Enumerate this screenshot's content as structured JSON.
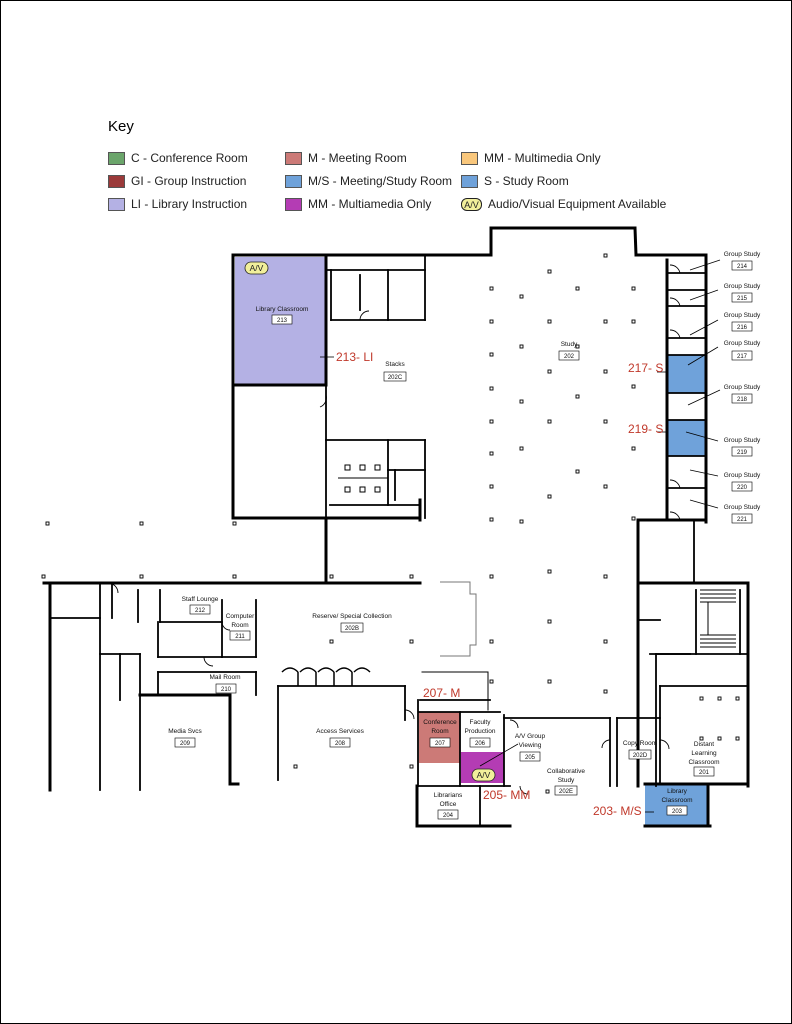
{
  "key": {
    "title": "Key",
    "items": [
      {
        "label": "C - Conference Room",
        "color": "#6ba56b"
      },
      {
        "label": "M - Meeting Room",
        "color": "#cc7a77"
      },
      {
        "label": "MM - Multimedia Only",
        "color": "#f9c77c"
      },
      {
        "label": "GI - Group Instruction",
        "color": "#9b3a3a"
      },
      {
        "label": "M/S - Meeting/Study Room",
        "color": "#6fa2da"
      },
      {
        "label": "S - Study Room",
        "color": "#6fa2da"
      },
      {
        "label": "LI - Library Instruction",
        "color": "#b4b1e4"
      },
      {
        "label": "MM - Multiamedia Only",
        "color": "#b43cb4"
      }
    ],
    "av": {
      "badge": "A/V",
      "label": "Audio/Visual Equipment Available",
      "color": "#f1ef9b"
    }
  },
  "rooms": {
    "r213": {
      "name": "Library Classroom",
      "num": "213"
    },
    "r202c": {
      "name": "Stacks",
      "num": "202C"
    },
    "r202": {
      "name": "Study",
      "num": "202"
    },
    "r214": {
      "name": "Group Study",
      "num": "214"
    },
    "r215": {
      "name": "Group Study",
      "num": "215"
    },
    "r216": {
      "name": "Group Study",
      "num": "216"
    },
    "r217": {
      "name": "Group Study",
      "num": "217"
    },
    "r218": {
      "name": "Group Study",
      "num": "218"
    },
    "r219": {
      "name": "Group Study",
      "num": "219"
    },
    "r220": {
      "name": "Group Study",
      "num": "220"
    },
    "r221": {
      "name": "Group Study",
      "num": "221"
    },
    "r212": {
      "name": "Staff Lounge",
      "num": "212"
    },
    "r211": {
      "name1": "Computer",
      "name2": "Room",
      "num": "211"
    },
    "r202b": {
      "name": "Reserve/ Special Collection",
      "num": "202B"
    },
    "r210": {
      "name": "Mail Room",
      "num": "210"
    },
    "r209": {
      "name": "Media Svcs",
      "num": "209"
    },
    "r208": {
      "name": "Access Services",
      "num": "208"
    },
    "r207": {
      "name1": "Conference",
      "name2": "Room",
      "num": "207"
    },
    "r206": {
      "name1": "Faculty",
      "name2": "Production",
      "num": "206"
    },
    "r205": {
      "name1": "A/V Group",
      "name2": "Viewing",
      "num": "205"
    },
    "r202e": {
      "name1": "Collaborative",
      "name2": "Study",
      "num": "202E"
    },
    "r202d": {
      "name": "Copy Room",
      "num": "202D"
    },
    "r201": {
      "name1": "Distant",
      "name2": "Learning",
      "name3": "Classroom",
      "num": "201"
    },
    "r204": {
      "name1": "Librarians",
      "name2": "Office",
      "num": "204"
    },
    "r203": {
      "name1": "Library",
      "name2": "Classroom",
      "num": "203"
    }
  },
  "callouts": {
    "c213": "213- LI",
    "c217": "217- S",
    "c219": "219- S",
    "c207": "207- M",
    "c205": "205- MM",
    "c203": "203- M/S"
  },
  "av_badges": {
    "b213": "A/V",
    "b205": "A/V"
  }
}
